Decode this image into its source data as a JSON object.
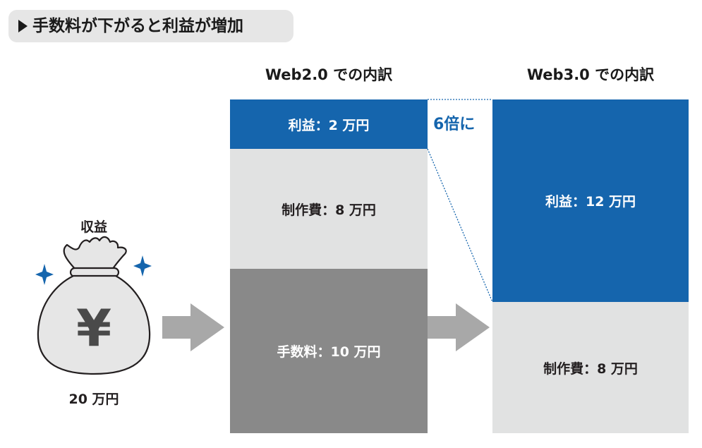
{
  "title": "手数料が下がると利益が増加",
  "revenue": {
    "label": "収益",
    "amount": "20 万円",
    "currency_symbol": "¥"
  },
  "web2": {
    "heading": "Web2.0 での内訳",
    "segments": [
      {
        "label": "利益：2 万円",
        "value": 2
      },
      {
        "label": "制作費：8 万円",
        "value": 8
      },
      {
        "label": "手数料：10 万円",
        "value": 10
      }
    ]
  },
  "web3": {
    "heading": "Web3.0 での内訳",
    "segments": [
      {
        "label": "利益：12 万円",
        "value": 12
      },
      {
        "label": "制作費：8 万円",
        "value": 8
      }
    ]
  },
  "callout": "6倍に",
  "colors": {
    "profit": "#1565ad",
    "production": "#e1e2e2",
    "fee": "#898989",
    "arrow": "#a8a8a8"
  },
  "icons": [
    "money-bag-icon",
    "sparkle-icon",
    "right-arrow-icon",
    "yen-icon"
  ]
}
